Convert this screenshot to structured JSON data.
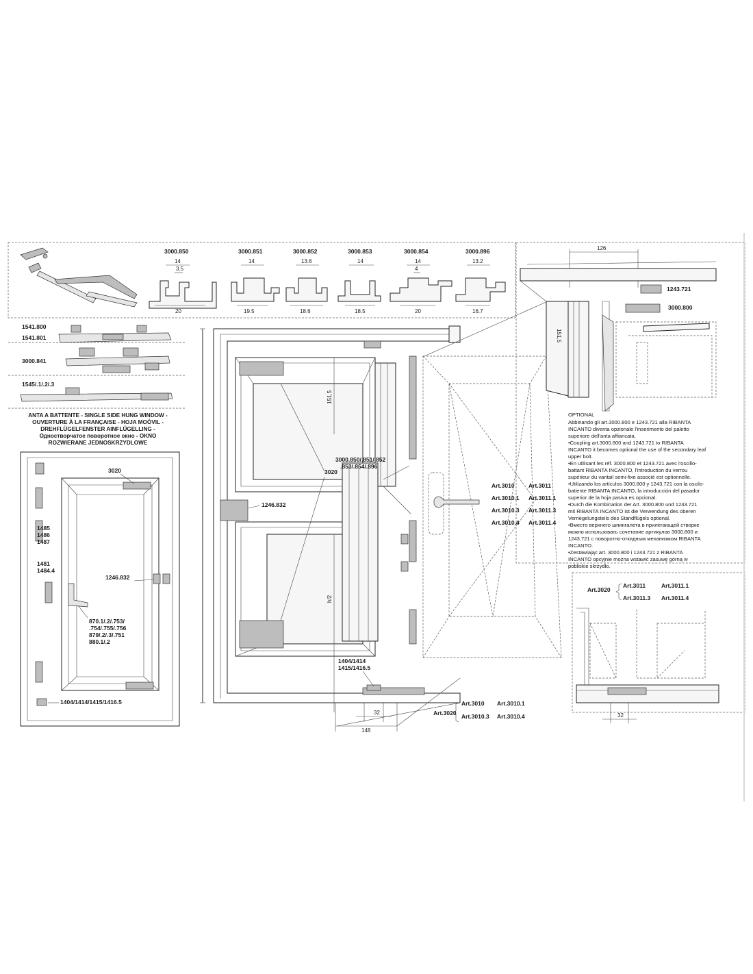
{
  "profiles": [
    {
      "code": "3000.850",
      "dims": [
        "14",
        "3.5",
        "20"
      ]
    },
    {
      "code": "3000.851",
      "dims": [
        "14",
        "19.5"
      ]
    },
    {
      "code": "3000.852",
      "dims": [
        "13.6",
        "18.6"
      ]
    },
    {
      "code": "3000.853",
      "dims": [
        "14",
        "18.5"
      ]
    },
    {
      "code": "3000.854",
      "dims": [
        "14",
        "4",
        "20"
      ]
    },
    {
      "code": "3000.896",
      "dims": [
        "13.2",
        "16.7"
      ]
    }
  ],
  "left_parts": {
    "p1541a": "1541.800",
    "p1541b": "1541.801",
    "p3000_841": "3000.841",
    "p1545": "1545/.1/.2/.3"
  },
  "title_lines": [
    "ANTA A BATTENTE -  SINGLE SIDE HUNG WINDOW -",
    "OUVERTURE À LA FRANÇAISE - HOJA MOÓVIL -",
    "DREHFLÜGELFENSTER AINFLÜGELLING -",
    "Одностворчатое поворотное окно - OKNO",
    "ROZWIERANE JEDNOSKRZYDLOWE"
  ],
  "small_window": {
    "l3020": "3020",
    "l1485": "1485",
    "l1486": "1486",
    "l1487": "1487",
    "l1481": "1481",
    "l1484": "1484.4",
    "l1246": "1246.832",
    "handle_lines": [
      "870.1/.2/.753/",
      ".754/.755/.756",
      "879/.2/.3/.751",
      "880.1/.2"
    ],
    "bottom": "1404/1414/1415/1416.5"
  },
  "main": {
    "l1246": "1246.832",
    "l3020": "3020",
    "prof_lines": [
      "3000.850/.851/.852",
      ".853/.854/.896"
    ],
    "v_dim_top": "151,5",
    "v_dim_bottom": "h/2",
    "hinge_lines": [
      "1404/1414",
      "1415/1416.5"
    ],
    "dim32": "32",
    "dim148": "148",
    "art3020": "Art.3020",
    "a3010": "Art.3010",
    "a30101": "Art.3010.1",
    "a30103": "Art.3010.3",
    "a30104": "Art.3010.4"
  },
  "sash_arts": [
    [
      "Art.3010",
      "Art.3011"
    ],
    [
      "Art.3010.1",
      "Art.3011.1"
    ],
    [
      "Art.3010.3",
      "Art.3011.3"
    ],
    [
      "Art.3010.4",
      "Art.3011.4"
    ]
  ],
  "top_right": {
    "d126": "126",
    "l1243": "1243.721",
    "l3000800": "3000.800",
    "v_dim": "151,5"
  },
  "optional": {
    "title": "OPTIONAL",
    "lines": [
      "Abbinando gli art.3000.800 e 1243.721 alla RIBANTA",
      "INCANTO diventa opzionale l'inserimento del paletto",
      "superiore dell'anta affiancata.",
      "•Coupling art.3000.800 and 1243.721 to RIBANTA",
      "INCANTO it becomes optional the use of the secondary leaf",
      "upper bolt.",
      "•En utilisant les réf. 3000.800 et 1243.721 avec l'oscillo-",
      "battant RIBANTA INCANTO, l'introduction du verrou",
      "supérieur du vantail semi-fixe associé est optionnelle.",
      "•Utilizando los artículos 3000.800 y 1243.721 con la oscilo-",
      "batiente RIBANTA INCANTO, la introducción del pasador",
      "superior de la hoja pasiva es opcional.",
      "•Durch die Kombination der Art. 3000.800 und 1243.721",
      "mit RIBANTA INCANTO ist die Verwendung des oberen",
      "Verriegelungsteils des Standflügels optional.",
      "•Вместо верхнего шпингалета в прилегающей створке",
      "можно использовать сочетание артикулов 3000.800 и",
      "1243.721 с поворотно-откидным механизмом RIBANTA",
      "INCANTO.",
      "•Zestawiając  art. 3000.800 i 1243.721 z RIBANTA",
      "INCANTO opcyjnie można wstawić zasuwę górną w",
      "pobliskie skrzydło."
    ]
  },
  "detail": {
    "art3020": "Art.3020",
    "a3011": "Art.3011",
    "a30111": "Art.3011.1",
    "a30113": "Art.3011.3",
    "a30114": "Art.3011.4",
    "dim32": "32"
  }
}
